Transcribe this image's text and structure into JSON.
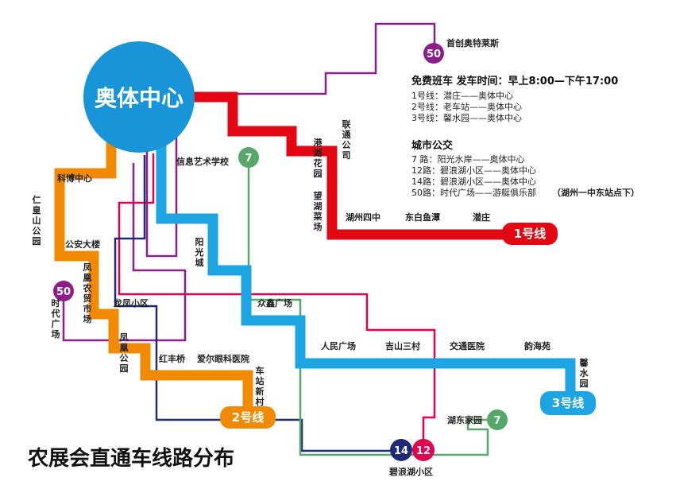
{
  "title": "农展会直通车线路分布",
  "hub": "奥体中心",
  "colors": {
    "line1": "#e30613",
    "line2": "#f18a00",
    "line3": "#1ca4e3",
    "bus7": "#55a868",
    "bus12": "#e2004f",
    "bus14": "#1f2a78",
    "bus50": "#8e1d8c",
    "hub": "#1795d8"
  },
  "badges": {
    "line1": "1号线",
    "line2": "2号线",
    "line3": "3号线",
    "b7": "7",
    "b12": "12",
    "b14": "14",
    "b50": "50"
  },
  "stations": {
    "shouchuang": "首创奥特莱斯",
    "liantong": "联通公司",
    "ganghu": "港湖花园",
    "wanghu": "望湖菜场",
    "huzhou4": "湖州四中",
    "dongbai": "东白鱼潭",
    "qianzhuang": "潜庄",
    "xinxi": "信息艺术学校",
    "kebo": "科博中心",
    "renhuang": "仁皇山公园",
    "gongan": "公安大楼",
    "fenghuangnm": "凤凰农贸市场",
    "shidai": "时代广场",
    "longfeng": "龙凤小区",
    "fenghuangpark": "凤凰公园",
    "hongfeng": "红丰桥",
    "aier": "爱尔眼科医院",
    "chezhan": "车站新村",
    "yangguang": "阳光城",
    "zhongxin": "众鑫广场",
    "renmin": "人民广场",
    "jishan": "吉山三村",
    "jiaotong": "交通医院",
    "yunhai": "韵海苑",
    "xinshui": "馨水园",
    "hudong": "湖东家园",
    "bilang": "碧浪湖小区"
  },
  "info": {
    "free_title": "免费班车 发车时间：早上8:00—下午17:00",
    "free_lines": [
      "1号线：潜庄——奥体中心",
      "2号线：老车站——奥体中心",
      "3号线：馨水园——奥体中心"
    ],
    "city_title": "城市公交",
    "city_lines": [
      "7 路：阳光水岸——奥体中心",
      "12路：碧浪湖小区——奥体中心",
      "14路：碧浪湖小区——奥体中心"
    ],
    "city_line_50": "50路：时代广场——游艇俱乐部",
    "city_line_50_note": "（湖州一中东站点下）"
  }
}
